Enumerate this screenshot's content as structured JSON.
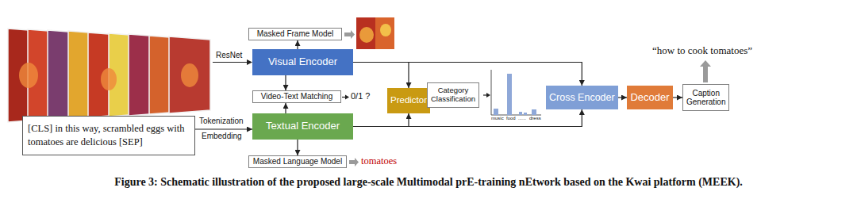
{
  "diagram": {
    "caption": "Figure 3: Schematic illustration of the proposed large-scale Multimodal prE-training nEtwork based on the Kwai platform (MEEK).",
    "nodes": [
      {
        "text": [
          "Masked Frame Model"
        ]
      },
      {
        "text": [
          "Visual Encoder"
        ]
      },
      {
        "text": [
          "Video-Text Matching"
        ]
      },
      {
        "text": [
          "[CLS] in this way, scrambled eggs with tomatoes are delicious [SEP]"
        ]
      },
      {
        "text": [
          "Textual Encoder"
        ]
      },
      {
        "text": [
          "Masked Language Model"
        ]
      },
      {
        "text": [
          "Predictor"
        ]
      },
      {
        "text": [
          "Category Classification"
        ]
      },
      {
        "text": [
          "Cross Encoder"
        ]
      },
      {
        "text": [
          "Decoder"
        ]
      },
      {
        "text": [
          "Caption Generation"
        ]
      }
    ],
    "edges": [
      {
        "from": 1,
        "to": 0,
        "arrow": "to"
      },
      {
        "from": 1,
        "to": 2,
        "arrow": "to"
      },
      {
        "from": 4,
        "to": 2,
        "arrow": "to"
      },
      {
        "from": 3,
        "to": 4,
        "arrow": "to"
      },
      {
        "from": 4,
        "to": 5,
        "arrow": "to"
      },
      {
        "from": 1,
        "to": 6,
        "arrow": "to"
      },
      {
        "from": 4,
        "to": 6,
        "arrow": "to"
      },
      {
        "from": 1,
        "to": 8,
        "arrow": "to"
      },
      {
        "from": 4,
        "to": 8,
        "arrow": "to"
      },
      {
        "from": 6,
        "to": 7,
        "arrow": "to"
      },
      {
        "from": 8,
        "to": 9,
        "arrow": "to"
      },
      {
        "from": 9,
        "to": 10,
        "arrow": "to"
      }
    ],
    "labels": [
      "ResNet",
      "Tokenization",
      "Embedding",
      "0/1 ?",
      "tomatoes",
      "music",
      "food",
      "......",
      "dress",
      "“how to cook tomatoes”"
    ]
  }
}
